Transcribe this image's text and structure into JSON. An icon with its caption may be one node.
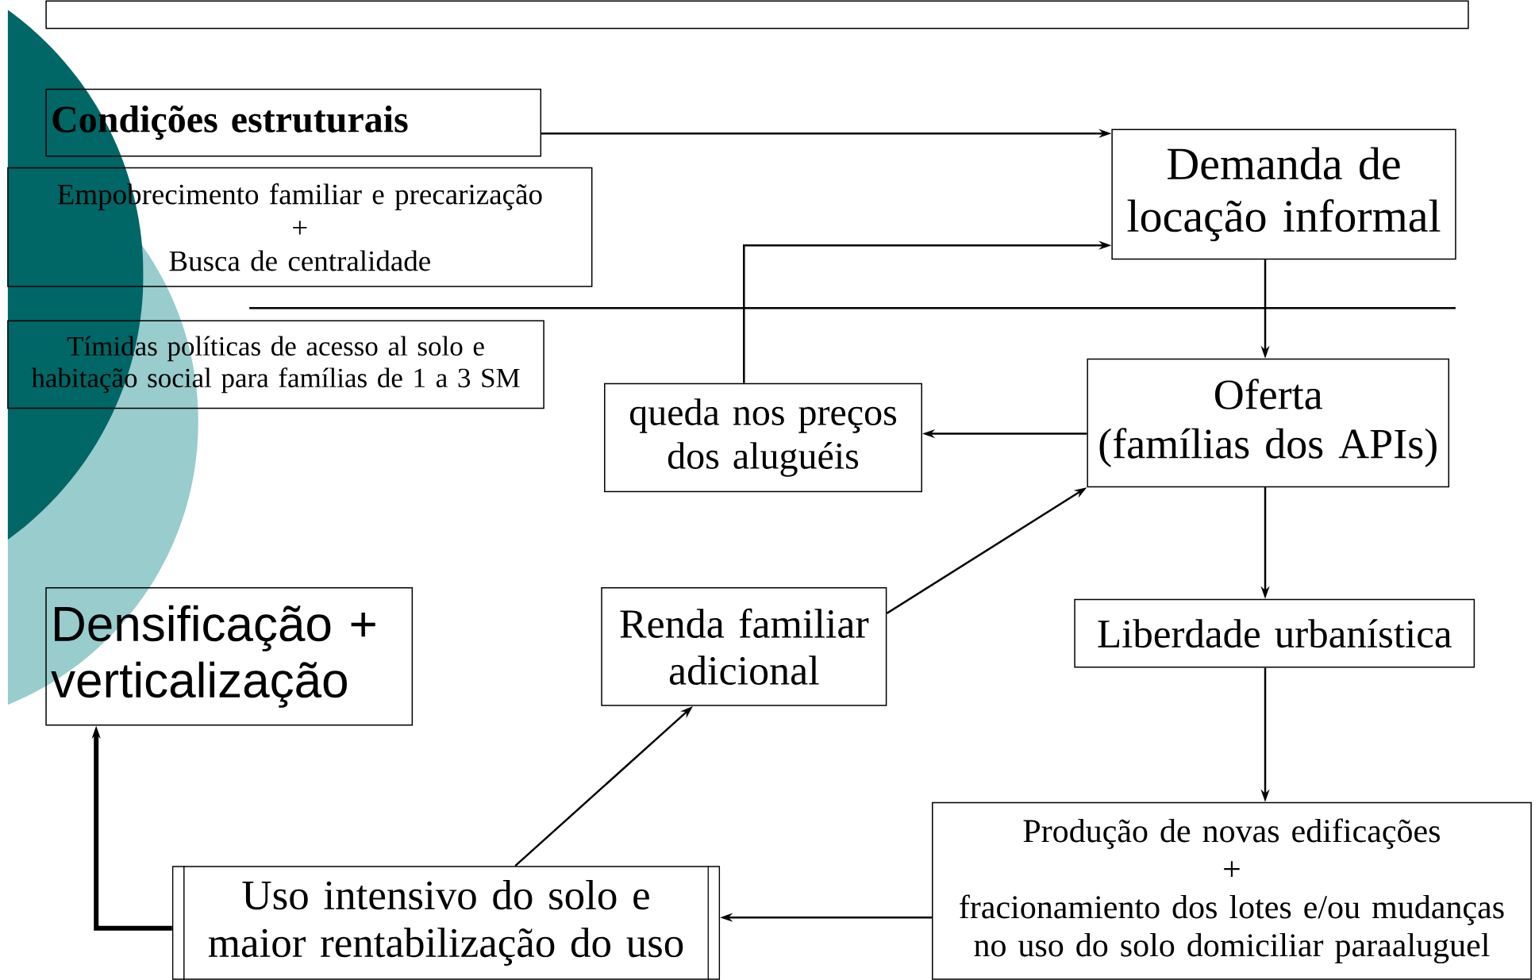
{
  "diagram": {
    "nodes": [
      {
        "text": [],
        "shape": "box"
      },
      {
        "text": [
          "Condições estruturais"
        ]
      },
      {
        "text": [
          "Empobrecimento familiar e precarização",
          "+",
          "Busca de centralidade"
        ]
      },
      {
        "text": [
          "Tímidas políticas de acesso al solo e habitação social para famílias de 1 a 3 SM"
        ]
      },
      {
        "text": [
          "Demanda de locação informal"
        ]
      },
      {
        "text": [
          "Oferta",
          "(famílias dos APIs)"
        ]
      },
      {
        "text": [
          "queda nos preços dos aluguéis"
        ]
      },
      {
        "text": [
          "Densificação + verticalização"
        ]
      },
      {
        "text": [
          "Renda familiar adicional"
        ]
      },
      {
        "text": [
          "Liberdade urbanística"
        ]
      },
      {
        "text": [
          "Produção de novas edificações",
          "+",
          "fracionamiento dos lotes e/ou mudanças no uso do solo domiciliar paraaluguel"
        ]
      },
      {
        "text": [
          "Uso intensivo do solo e maior rentabilização do uso"
        ]
      }
    ],
    "edges": [
      {
        "from": 1,
        "to": 4,
        "arrow": "to"
      },
      {
        "from": 6,
        "to": 4,
        "arrow": "to"
      },
      {
        "from": 4,
        "to": 5,
        "arrow": "to"
      },
      {
        "from": 5,
        "to": 6,
        "arrow": "to"
      },
      {
        "from": 8,
        "to": 5,
        "arrow": "to"
      },
      {
        "from": 5,
        "to": 9,
        "arrow": "to"
      },
      {
        "from": 9,
        "to": 10,
        "arrow": "to"
      },
      {
        "from": 10,
        "to": 11,
        "arrow": "to"
      },
      {
        "from": 11,
        "to": 8,
        "arrow": "to"
      },
      {
        "from": 11,
        "to": 7,
        "arrow": "to",
        "style": "thick"
      }
    ]
  }
}
